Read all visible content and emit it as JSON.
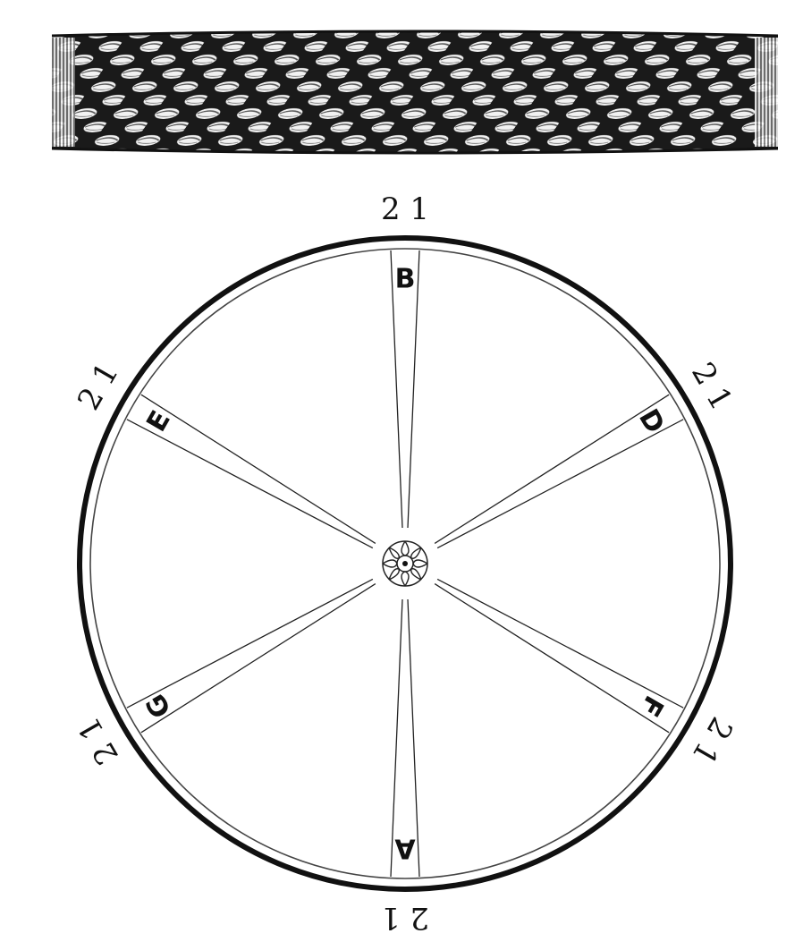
{
  "rope_illustration": {
    "icon": "braided-rope-illustration"
  },
  "plaiting_diagram": {
    "positions": [
      {
        "letter": "B",
        "marks": "2 1"
      },
      {
        "letter": "D",
        "marks": "2 1"
      },
      {
        "letter": "F",
        "marks": "2 1"
      },
      {
        "letter": "A",
        "marks": "2 1"
      },
      {
        "letter": "G",
        "marks": "2 1"
      },
      {
        "letter": "E",
        "marks": "2 1"
      }
    ],
    "hub_icon": "rosette-hub-icon"
  }
}
